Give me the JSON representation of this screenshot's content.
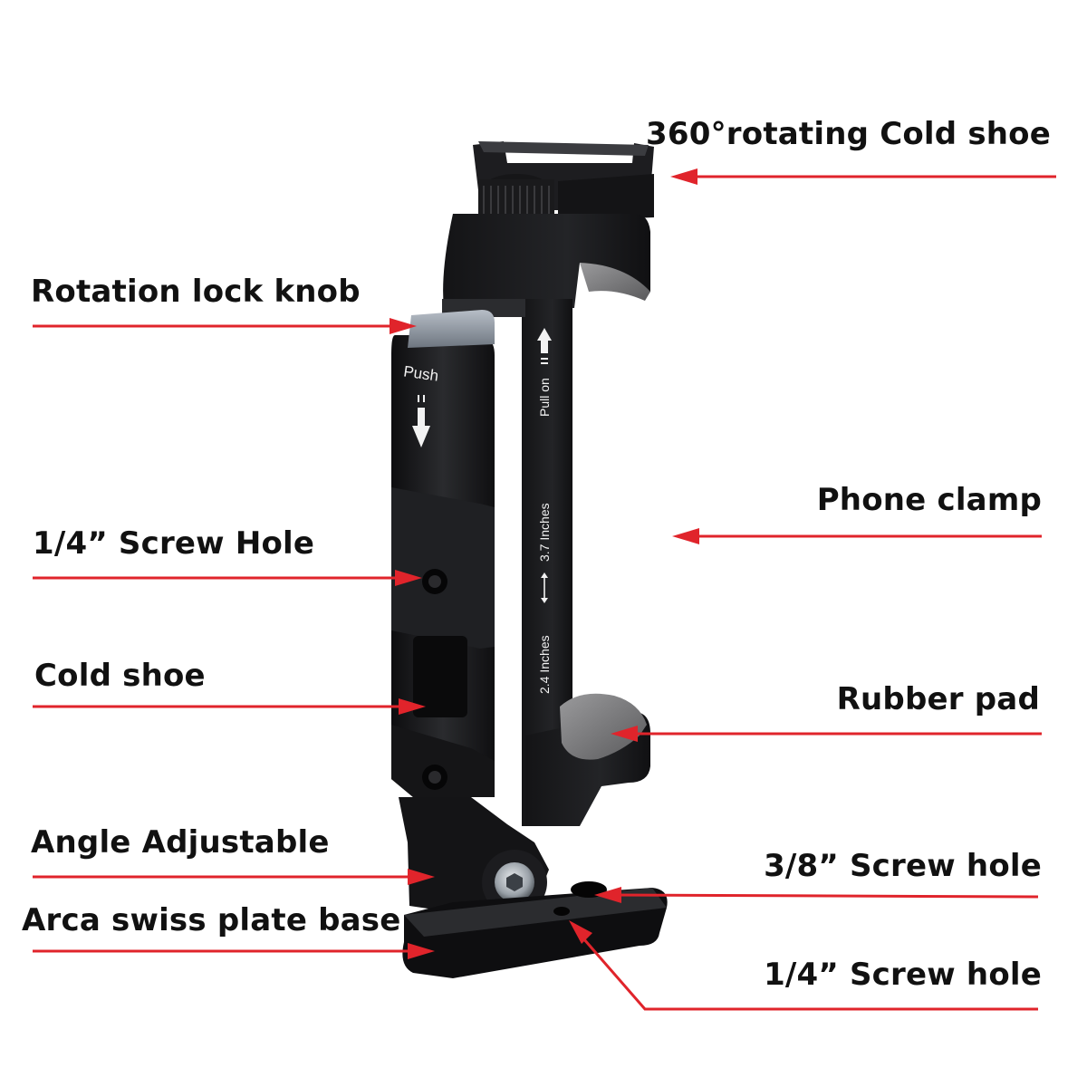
{
  "callouts": {
    "cold_shoe_rotating": "360°rotating Cold shoe",
    "rotation_lock_knob": "Rotation lock knob",
    "phone_clamp": "Phone clamp",
    "screw_hole_quarter_side": "1/4”  Screw Hole",
    "cold_shoe": "Cold shoe",
    "rubber_pad": "Rubber pad",
    "angle_adjustable": "Angle Adjustable",
    "screw_hole_3_8": "3/8”  Screw hole",
    "arca_swiss_base": "Arca swiss plate base",
    "screw_hole_quarter_base": "1/4”  Screw hole"
  },
  "engraving": {
    "push": "Push",
    "pull_on": "Pull on",
    "size_max": "3.7 Inches",
    "size_min": "2.4 Inches"
  },
  "colors": {
    "arrow": "#e0242b",
    "body": "#1b1b1d",
    "highlight": "#3a3b3f",
    "knob": "#8f98a3",
    "rubber": "#6d6d6f"
  }
}
